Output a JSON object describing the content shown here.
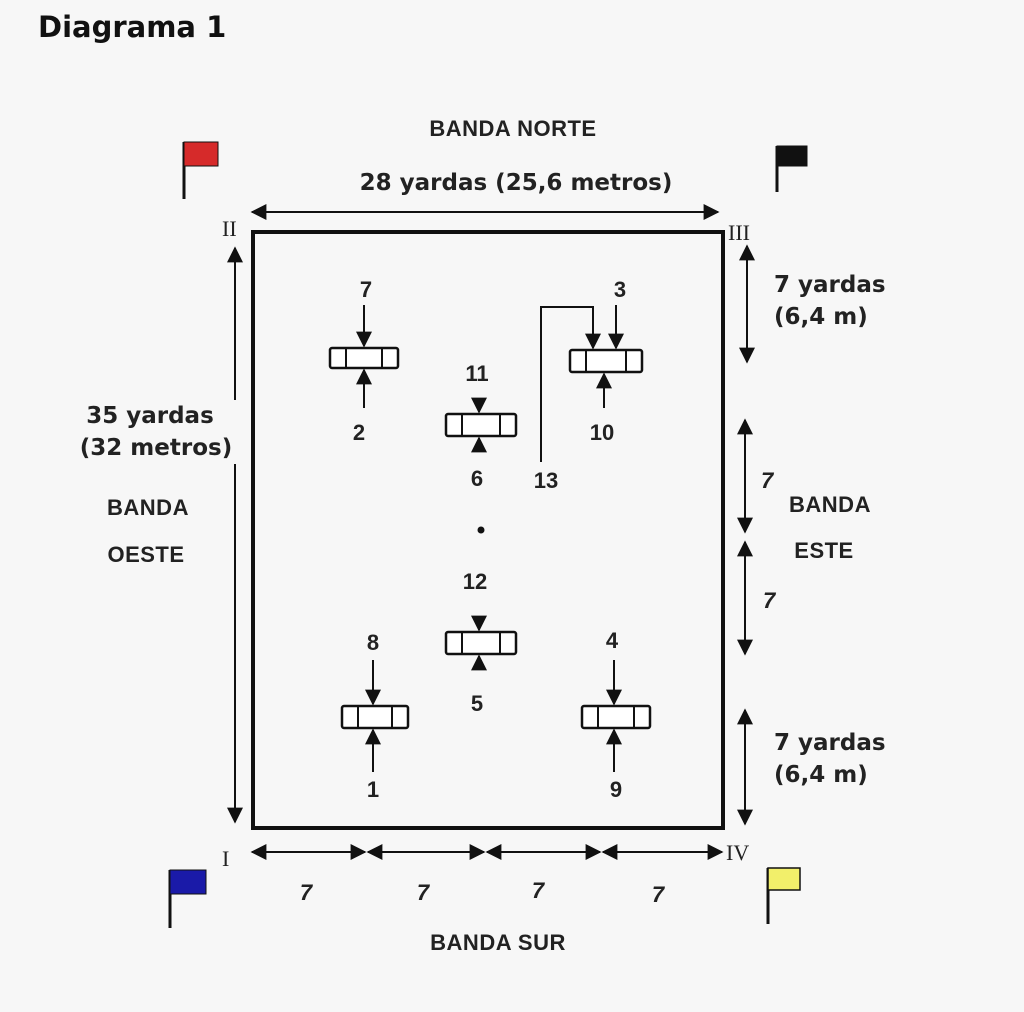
{
  "title": "Diagrama 1",
  "sides": {
    "north": "BANDA NORTE",
    "south": "BANDA SUR",
    "west_line1": "BANDA",
    "west_line2": "OESTE",
    "east_line1": "BANDA",
    "east_line2": "ESTE"
  },
  "measurements": {
    "width": "28 yardas (25,6 metros)",
    "length_line1": "35 yardas",
    "length_line2": "(32 metros)",
    "top_right_line1": "7 yardas",
    "top_right_line2": "(6,4 m)",
    "bottom_right_line1": "7 yardas",
    "bottom_right_line2": "(6,4 m)",
    "east_mid_1": "7",
    "east_mid_2": "7",
    "south_segments": [
      "7",
      "7",
      "7",
      "7"
    ]
  },
  "corners": {
    "c1": "I",
    "c2": "II",
    "c3": "III",
    "c4": "IV"
  },
  "flags": {
    "corner_2": "#d62a2a",
    "corner_3": "#111111",
    "corner_1": "#1a1aa8",
    "corner_4": "#f2ef6a"
  },
  "obstacles": {
    "n7": "7",
    "n2": "2",
    "n3": "3",
    "n10": "10",
    "n11": "11",
    "n6": "6",
    "n13": "13",
    "n12": "12",
    "n5": "5",
    "n8": "8",
    "n1": "1",
    "n4": "4",
    "n9": "9"
  }
}
